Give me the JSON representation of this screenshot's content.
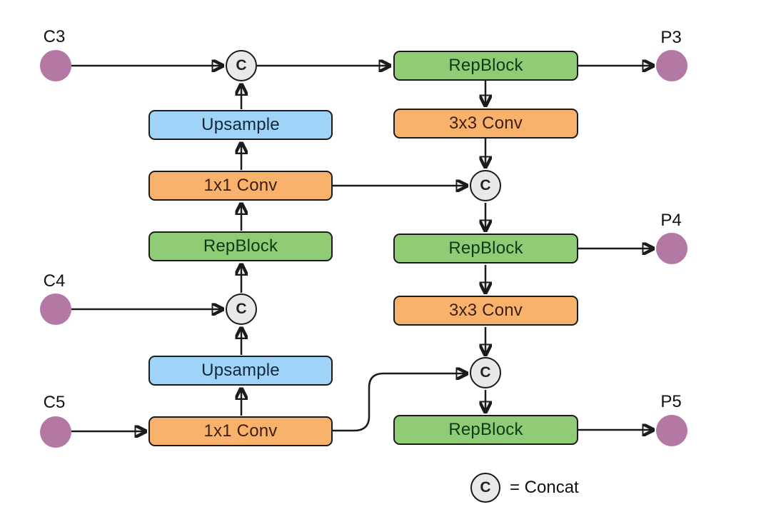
{
  "diagram_type": "neural-network-neck-architecture",
  "colors": {
    "background": "#ffffff",
    "io_node_purple": "#b478a4",
    "concat_fill": "#e9e9e9",
    "green_fill": "#90cb75",
    "green_text": "#0f3a17",
    "orange_fill": "#f9b26b",
    "orange_text": "#3d1f10",
    "blue_fill": "#a0d3f8",
    "blue_text": "#13263c",
    "stroke_black": "#1b1b1b"
  },
  "inputs": [
    {
      "label": "C3"
    },
    {
      "label": "C4"
    },
    {
      "label": "C5"
    }
  ],
  "outputs": [
    {
      "label": "P3"
    },
    {
      "label": "P4"
    },
    {
      "label": "P5"
    }
  ],
  "blocks": {
    "upsample_top": "Upsample",
    "conv1x1_top": "1x1 Conv",
    "repblock_left": "RepBlock",
    "upsample_bottom": "Upsample",
    "conv1x1_bottom": "1x1 Conv",
    "repblock_p3": "RepBlock",
    "conv3x3_top": "3x3 Conv",
    "repblock_p4": "RepBlock",
    "conv3x3_bottom": "3x3 Conv",
    "repblock_p5": "RepBlock"
  },
  "concat": {
    "symbol": "C"
  },
  "legend": {
    "symbol": "C",
    "text": "= Concat"
  },
  "edges": [
    {
      "from": "C3",
      "to": "concat-1"
    },
    {
      "from": "concat-1",
      "to": "repblock-p3"
    },
    {
      "from": "repblock-p3",
      "to": "P3"
    },
    {
      "from": "repblock-p3",
      "to": "conv3x3-top"
    },
    {
      "from": "conv3x3-top",
      "to": "concat-2"
    },
    {
      "from": "upsample-top",
      "to": "concat-1"
    },
    {
      "from": "conv1x1-top",
      "to": "upsample-top"
    },
    {
      "from": "conv1x1-top",
      "to": "concat-2"
    },
    {
      "from": "repblock-left",
      "to": "conv1x1-top"
    },
    {
      "from": "concat-3",
      "to": "repblock-left"
    },
    {
      "from": "C4",
      "to": "concat-3"
    },
    {
      "from": "upsample-bottom",
      "to": "concat-3"
    },
    {
      "from": "conv1x1-bottom",
      "to": "upsample-bottom"
    },
    {
      "from": "C5",
      "to": "conv1x1-bottom"
    },
    {
      "from": "conv1x1-bottom",
      "to": "concat-4"
    },
    {
      "from": "concat-2",
      "to": "repblock-p4"
    },
    {
      "from": "repblock-p4",
      "to": "P4"
    },
    {
      "from": "repblock-p4",
      "to": "conv3x3-bottom"
    },
    {
      "from": "conv3x3-bottom",
      "to": "concat-4"
    },
    {
      "from": "concat-4",
      "to": "repblock-p5"
    },
    {
      "from": "repblock-p5",
      "to": "P5"
    }
  ]
}
